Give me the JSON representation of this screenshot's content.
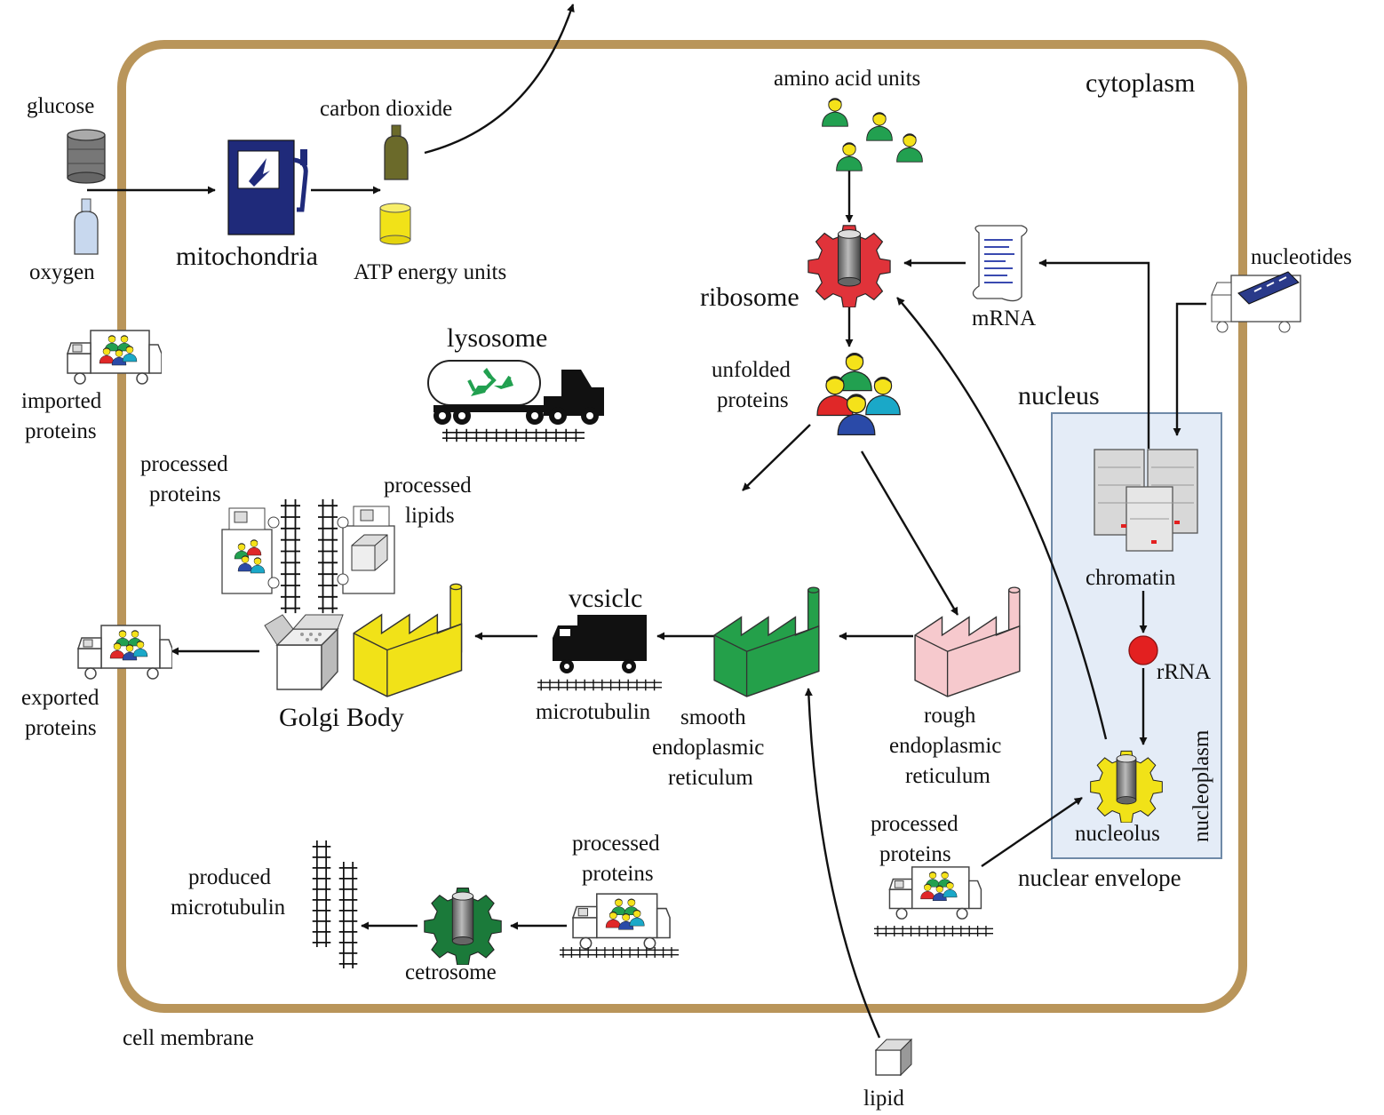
{
  "labels": {
    "cytoplasm": "cytoplasm",
    "glucose": "glucose",
    "oxygen": "oxygen",
    "mitochondria": "mitochondria",
    "carbon_dioxide": "carbon dioxide",
    "atp": "ATP energy units",
    "amino_acid_units": "amino acid units",
    "ribosome": "ribosome",
    "mrna": "mRNA",
    "nucleotides": "nucleotides",
    "lysosome": "lysosome",
    "unfolded_proteins_1": "unfolded",
    "unfolded_proteins_2": "proteins",
    "imported_proteins_1": "imported",
    "imported_proteins_2": "proteins",
    "nucleus": "nucleus",
    "processed_proteins_top_1": "processed",
    "processed_proteins_top_2": "proteins",
    "processed_lipids_1": "processed",
    "processed_lipids_2": "lipids",
    "chromatin": "chromatin",
    "vesicle": "vcsiclc",
    "rrna": "rRNA",
    "exported_proteins_1": "exported",
    "exported_proteins_2": "proteins",
    "golgi_body": "Golgi Body",
    "microtubulin": "microtubulin",
    "smooth_er_1": "smooth",
    "smooth_er_2": "endoplasmic",
    "smooth_er_3": "reticulum",
    "rough_er_1": "rough",
    "rough_er_2": "endoplasmic",
    "rough_er_3": "reticulum",
    "nucleoplasm": "nucleoplasm",
    "processed_proteins_mid_1": "processed",
    "processed_proteins_mid_2": "proteins",
    "processed_proteins_right_1": "processed",
    "processed_proteins_right_2": "proteins",
    "nucleolus": "nucleolus",
    "nuclear_envelope": "nuclear envelope",
    "produced_microtubulin_1": "produced",
    "produced_microtubulin_2": "microtubulin",
    "centrosome": "cetrosome",
    "cell_membrane": "cell membrane",
    "lipid": "lipid"
  },
  "colors": {
    "cell_membrane": "#b9955a",
    "nucleus_fill": "#e4ecf7",
    "nucleus_border": "#6f8aa8",
    "mitochondria": "#1f2a7a",
    "ribosome": "#e0333a",
    "nucleolus": "#f1e218",
    "centrosome": "#1b7a3a",
    "smooth_er": "#24a04a",
    "rough_er": "#f6c9cd",
    "golgi": "#f1e218",
    "rrna": "#e32020",
    "person_green": "#22a050",
    "person_red": "#e02828",
    "person_blue": "#2a4aa8",
    "person_cyan": "#1aa8c8"
  }
}
